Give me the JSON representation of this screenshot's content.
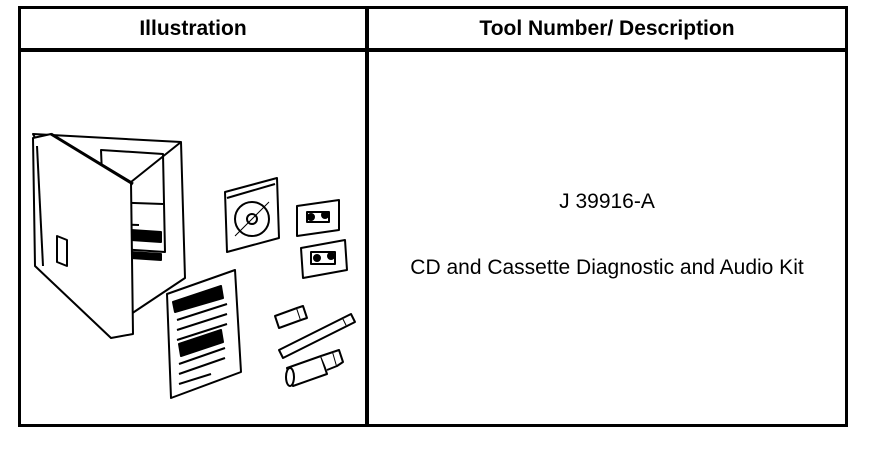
{
  "table": {
    "headers": {
      "illustration": "Illustration",
      "tool": "Tool Number/ Description"
    },
    "rows": [
      {
        "tool_number": "J 39916-A",
        "description": "CD and Cassette Diagnostic and Audio Kit",
        "illustration_icon": "diagnostic-audio-kit-icon"
      }
    ]
  }
}
